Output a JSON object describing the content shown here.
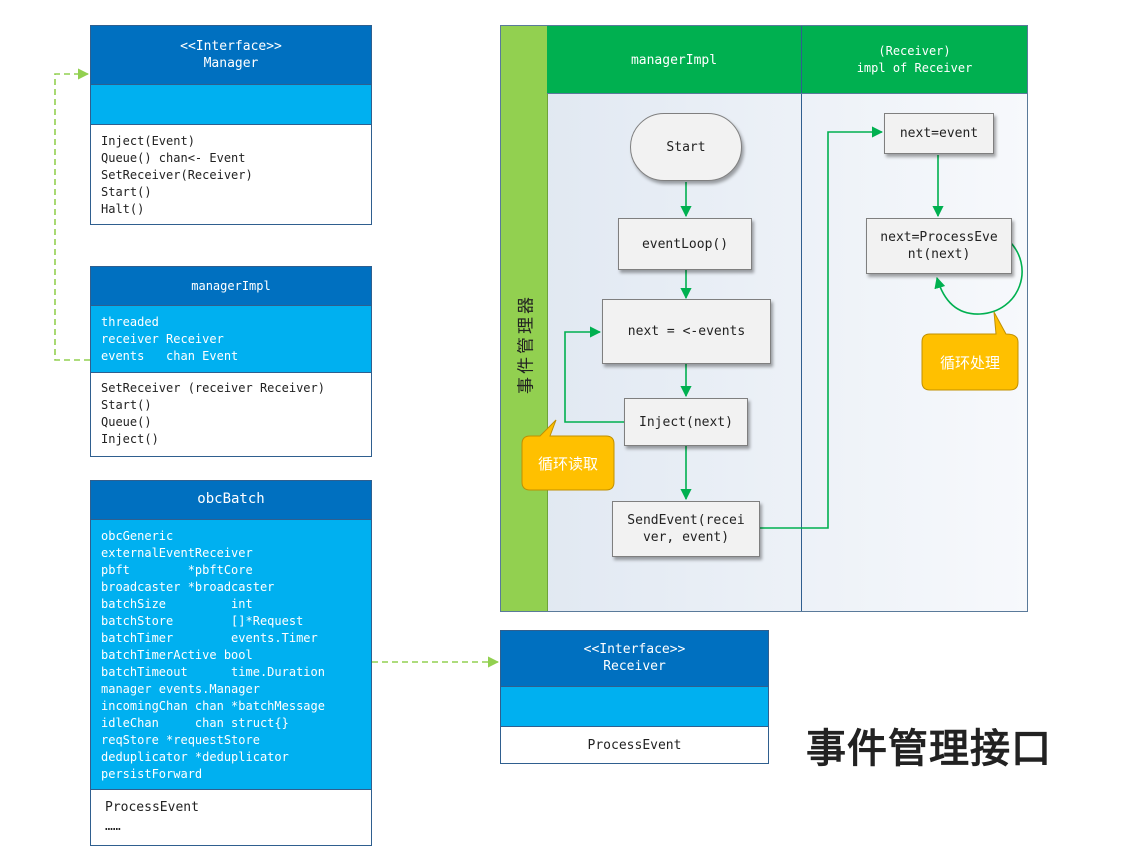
{
  "manager": {
    "stereotype": "<<Interface>>",
    "name": "Manager",
    "methods": [
      "Inject(Event)",
      "Queue() chan<- Event",
      "SetReceiver(Receiver)",
      "Start()",
      "Halt()"
    ]
  },
  "managerImpl": {
    "name": "managerImpl",
    "fields": [
      "threaded",
      "receiver Receiver",
      "events   chan Event"
    ],
    "methods": [
      "SetReceiver (receiver Receiver)",
      "Start()",
      "Queue()",
      "Inject()"
    ]
  },
  "obcBatch": {
    "name": "obcBatch",
    "fields": [
      "obcGeneric",
      "externalEventReceiver",
      "pbft        *pbftCore",
      "broadcaster *broadcaster",
      "batchSize         int",
      "batchStore        []*Request",
      "batchTimer        events.Timer",
      "batchTimerActive bool",
      "batchTimeout      time.Duration",
      "manager events.Manager",
      "incomingChan chan *batchMessage",
      "idleChan     chan struct{}",
      "reqStore *requestStore",
      "deduplicator *deduplicator",
      "persistForward"
    ],
    "methods": [
      "ProcessEvent",
      "……"
    ]
  },
  "receiver": {
    "stereotype": "<<Interface>>",
    "name": "Receiver",
    "methods": [
      "ProcessEvent"
    ]
  },
  "swimlane": {
    "pool_label": "事件管理器",
    "lane1": "managerImpl",
    "lane2_line1": "(Receiver)",
    "lane2_line2": "impl of Receiver"
  },
  "flow": {
    "start": "Start",
    "event_loop": "eventLoop()",
    "next_events": "next = <-events",
    "inject": "Inject(next)",
    "send_line1": "SendEvent(recei",
    "send_line2": "ver, event)",
    "next_event": "next=event",
    "process_line1": "next=ProcessEve",
    "process_line2": "nt(next)",
    "note_read": "循环读取",
    "note_process": "循环处理"
  },
  "title": "事件管理接口",
  "colors": {
    "class_header": "#0070c0",
    "class_body": "#00b0f0",
    "lane_header": "#00b050",
    "pool_label_bg": "#92d050",
    "arrow_green": "#00b050",
    "dashed_green": "#92d050",
    "note_fill": "#ffc000"
  }
}
